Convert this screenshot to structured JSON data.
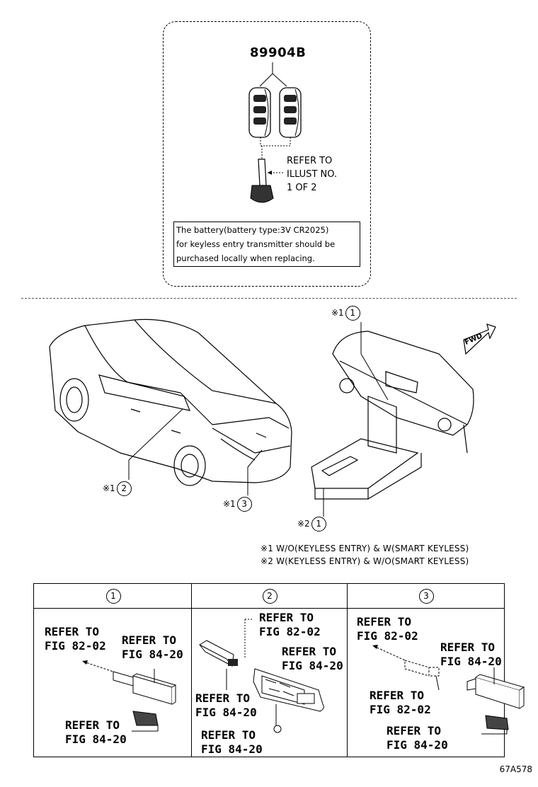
{
  "top_panel": {
    "part_number": "89904B",
    "refer_note": [
      "REFER TO",
      "ILLUST NO.",
      "1 OF 2"
    ],
    "battery_note": [
      "The battery(battery type:3V CR2025)",
      "for keyless entry transmitter should be",
      "purchased locally when replacing."
    ]
  },
  "fwd_label": "FWD",
  "callouts": {
    "console_top": {
      "mark": "※1",
      "num": "1"
    },
    "door": {
      "mark": "※1",
      "num": "2"
    },
    "rear": {
      "mark": "※1",
      "num": "3"
    },
    "console_bottom": {
      "mark": "※2",
      "num": "1"
    }
  },
  "legend": [
    "※1 W/O(KEYLESS ENTRY) & W(SMART KEYLESS)",
    "※2 W(KEYLESS ENTRY) & W/O(SMART KEYLESS)"
  ],
  "table": {
    "columns": [
      {
        "header": "1",
        "refs": [
          [
            "REFER TO",
            "FIG 82-02"
          ],
          [
            "REFER TO",
            "FIG 84-20"
          ],
          [
            "REFER TO",
            "FIG 84-20"
          ]
        ]
      },
      {
        "header": "2",
        "refs": [
          [
            "REFER TO",
            "FIG 82-02"
          ],
          [
            "REFER TO",
            "FIG 84-20"
          ],
          [
            "REFER TO",
            "FIG 84-20"
          ],
          [
            "REFER TO",
            "FIG 84-20"
          ]
        ]
      },
      {
        "header": "3",
        "refs": [
          [
            "REFER TO",
            "FIG 82-02"
          ],
          [
            "REFER TO",
            "FIG 84-20"
          ],
          [
            "REFER TO",
            "FIG 82-02"
          ],
          [
            "REFER TO",
            "FIG 84-20"
          ]
        ]
      }
    ]
  },
  "figure_id": "67A578"
}
